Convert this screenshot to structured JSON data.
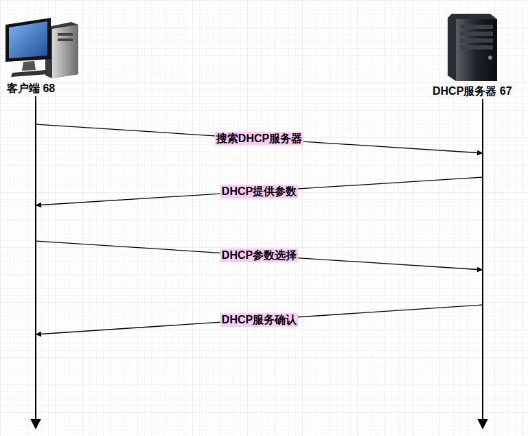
{
  "diagram": {
    "nodes": [
      {
        "text": [
          "客户端 68"
        ]
      },
      {
        "text": [
          "DHCP服务器 67"
        ]
      }
    ],
    "edges": [
      {
        "from": 0,
        "to": 1,
        "arrow": "to",
        "label": "搜索DHCP服务器"
      },
      {
        "from": 1,
        "to": 0,
        "arrow": "to",
        "label": "DHCP提供参数"
      },
      {
        "from": 0,
        "to": 1,
        "arrow": "to",
        "label": "DHCP参数选择"
      },
      {
        "from": 1,
        "to": 0,
        "arrow": "to",
        "label": "DHCP服务确认"
      }
    ]
  }
}
